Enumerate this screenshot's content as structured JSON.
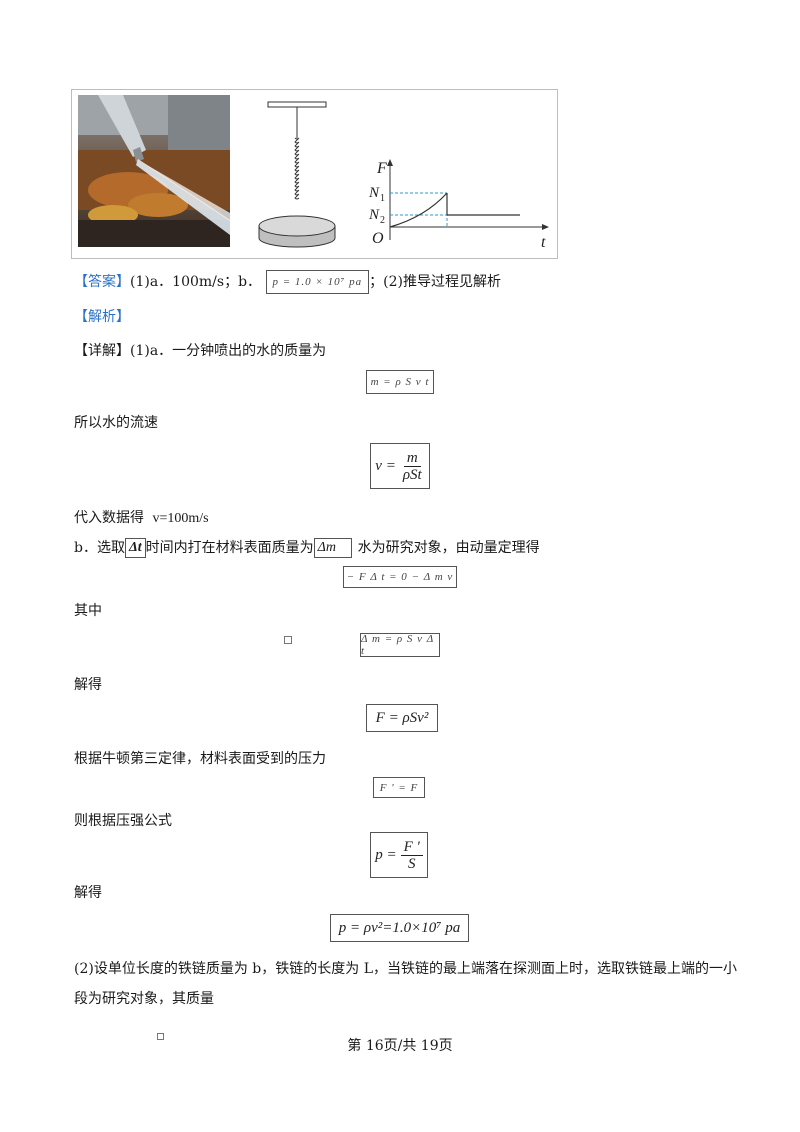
{
  "figure": {
    "graph": {
      "y_axis": "F",
      "x_axis": "t",
      "origin": "O",
      "n1": "N",
      "n1_sub": "1",
      "n2": "N",
      "n2_sub": "2"
    }
  },
  "answer": {
    "tag": "【答案】",
    "part1": "(1)a．100m/s；b．",
    "formula": "p = 1.0 × 10⁷ pa",
    "part2": "；(2)推导过程见解析"
  },
  "analysis_tag": "【解析】",
  "detail": {
    "tag": "【详解】",
    "line1": "(1)a．一分钟喷出的水的质量为",
    "eq_mass": "m = ρ S v t",
    "line2": "所以水的流速",
    "eq_v_lhs": "v =",
    "eq_v_num": "m",
    "eq_v_den": "ρSt",
    "line3_prefix": "代入数据得",
    "line3_value": "v=100m/s",
    "line4_a": "b．选取",
    "line4_dt": "Δt",
    "line4_b": "时间内打在材料表面质量为",
    "line4_dm": "Δm",
    "line4_c": "水为研究对象，由动量定理得",
    "eq_momentum": "− F Δ t = 0 − Δ m v",
    "line5": "其中",
    "eq_dm": "Δ m = ρ S v Δ t",
    "line6": "解得",
    "eq_F": "F = ρSv²",
    "line7": "根据牛顿第三定律，材料表面受到的压力",
    "eq_Fprime": "F ' = F",
    "line8": "则根据压强公式",
    "eq_p_lhs": "p =",
    "eq_p_num": "F '",
    "eq_p_den": "S",
    "line9": "解得",
    "eq_p_final": "p = ρv²=1.0×10⁷ pa",
    "line10": "(2)设单位长度的铁链质量为 b，铁链的长度为 L，当铁链的最上端落在探测面上时，选取铁链最上端的一小",
    "line11": "段为研究对象，其质量"
  },
  "footer": {
    "page_text": "第 16页/共 19页"
  }
}
